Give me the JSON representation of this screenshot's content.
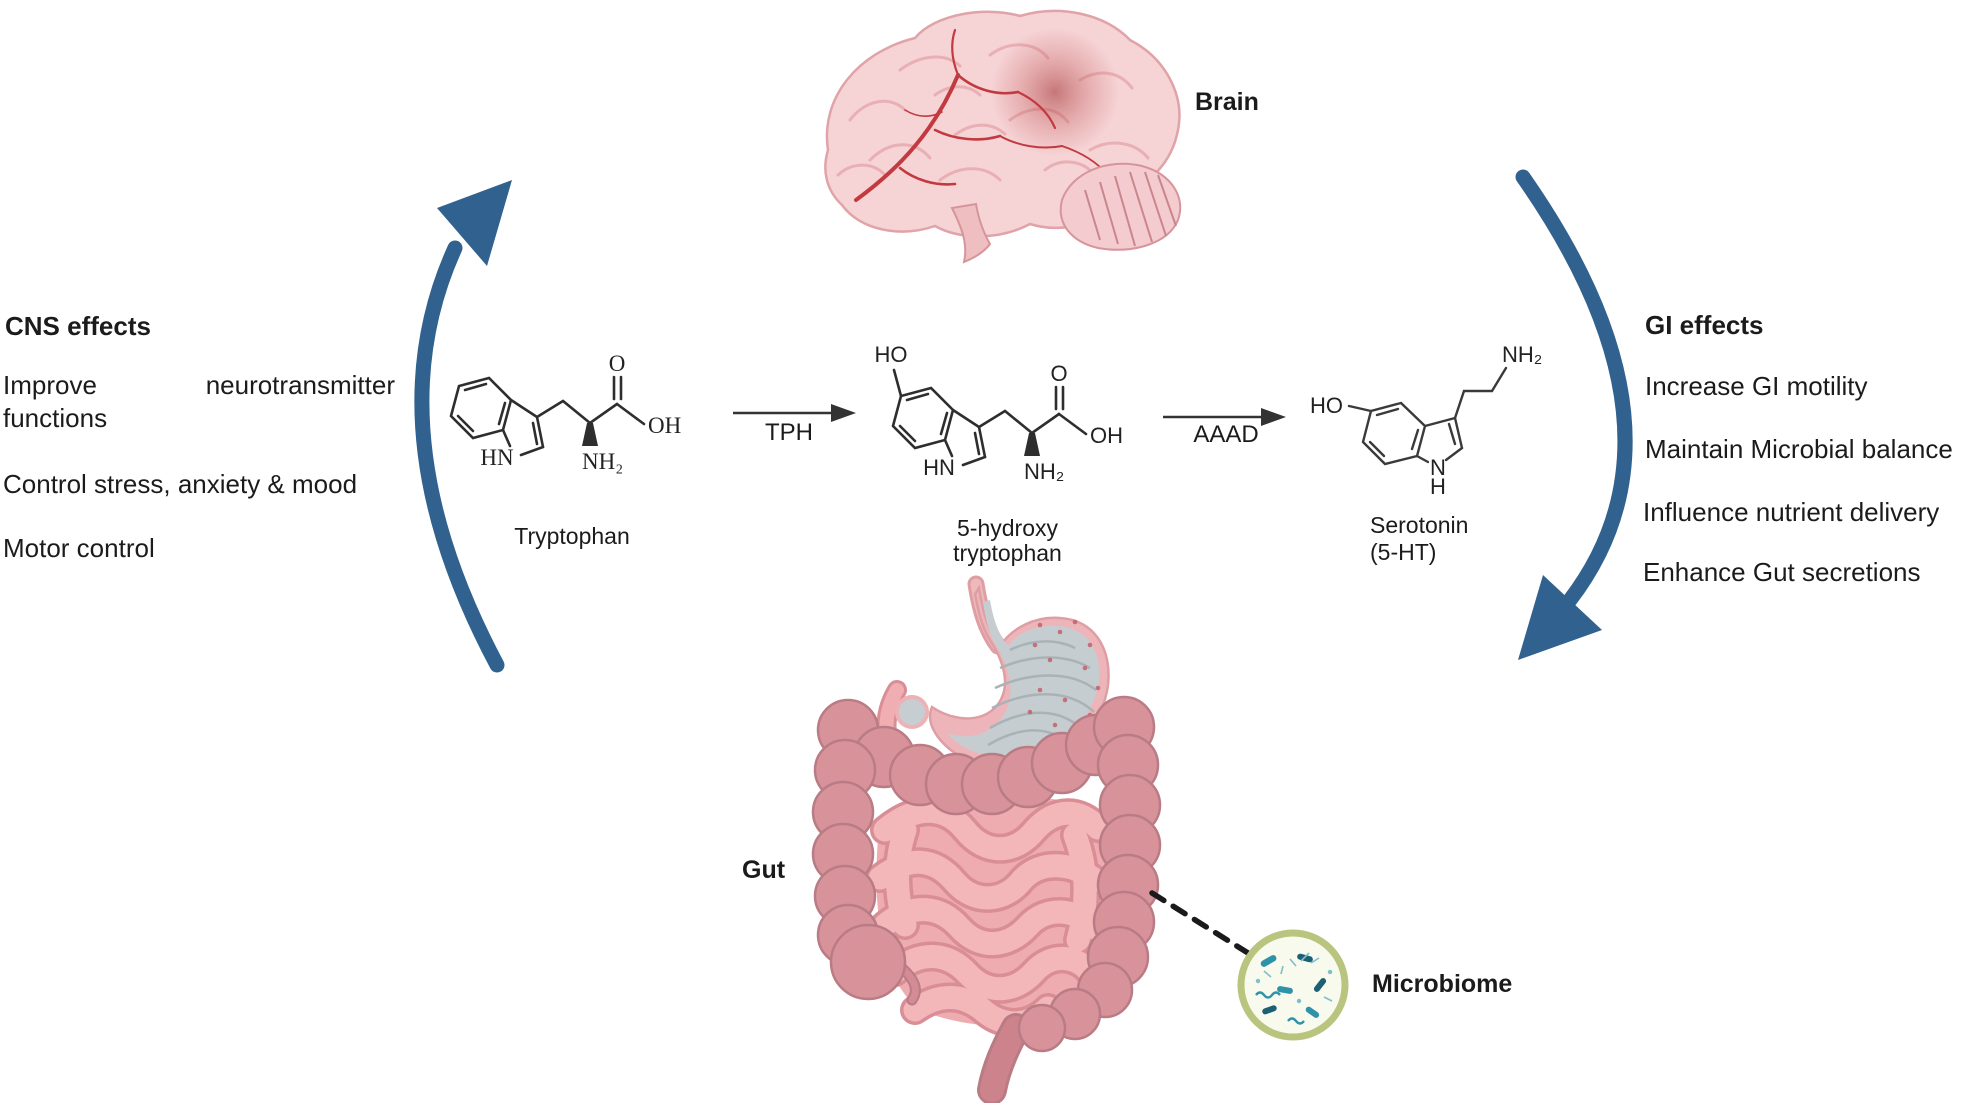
{
  "region_labels": {
    "brain": "Brain",
    "gut": "Gut",
    "microbiome": "Microbiome"
  },
  "cns": {
    "title": "CNS effects",
    "item1_word1": "Improve",
    "item1_word2": "neurotransmitter",
    "item1_line2": "functions",
    "item2": "Control stress, anxiety & mood",
    "item3": "Motor control"
  },
  "gi": {
    "title": "GI effects",
    "items": [
      "Increase GI motility",
      "Maintain Microbial balance",
      "Influence nutrient delivery",
      "Enhance Gut secretions"
    ]
  },
  "pathway": {
    "substrate": "Tryptophan",
    "enzyme1": "TPH",
    "intermediate_line1": "5-hydroxy",
    "intermediate_line2": "tryptophan",
    "enzyme2": "AAAD",
    "product_line1": "Serotonin",
    "product_line2": "(5-HT)"
  },
  "atoms": {
    "O": "O",
    "OH": "OH",
    "HO": "HO",
    "HN": "HN",
    "N": "N",
    "H": "H",
    "NH2": "NH₂"
  },
  "colors": {
    "arrow_blue": "#31628F",
    "brain_pink": "#F6D3D5",
    "artery_red": "#C23A40",
    "colon_pink": "#D8939A",
    "small_intestine_pink": "#F3B6B9",
    "stomach_gray": "#C6CDD1",
    "microbiome_ring_green": "#B9C47E",
    "microbe_teal": "#2E93A8",
    "text": "#1B1B1B"
  }
}
